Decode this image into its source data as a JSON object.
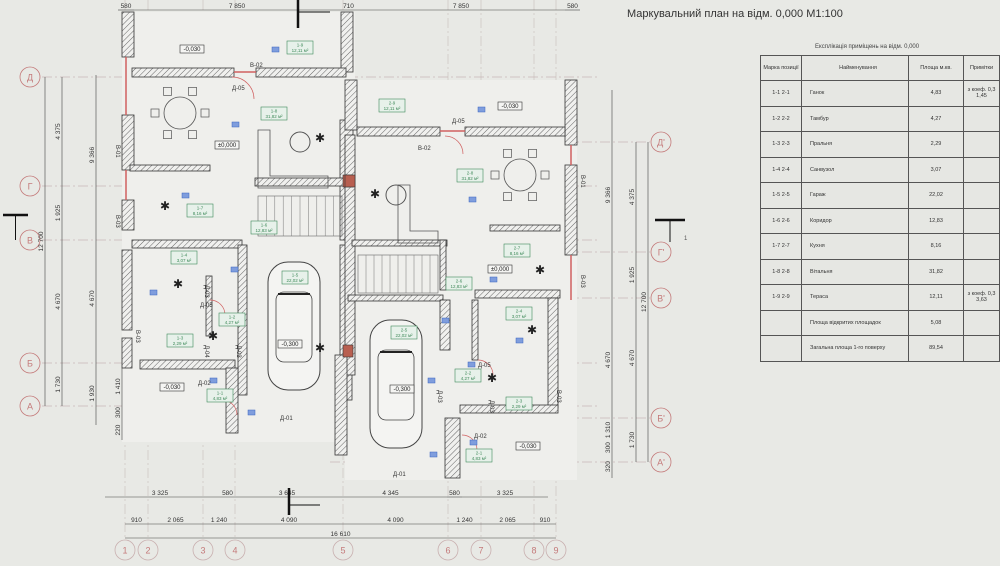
{
  "title": "Маркувальний план на відм. 0,000 М1:100",
  "table": {
    "caption": "Експлікація приміщень на відм. 0,000",
    "headers": [
      "Марка позиції",
      "Найменування",
      "Площа м.кв.",
      "Примітки"
    ],
    "rows": [
      {
        "mark": "1-1 2-1",
        "name": "Ганок",
        "area": "4,83",
        "note": "з коеф. 0,3 1,45"
      },
      {
        "mark": "1-2 2-2",
        "name": "Тамбур",
        "area": "4,27",
        "note": ""
      },
      {
        "mark": "1-3 2-3",
        "name": "Пральня",
        "area": "2,29",
        "note": ""
      },
      {
        "mark": "1-4 2-4",
        "name": "Санвузол",
        "area": "3,07",
        "note": ""
      },
      {
        "mark": "1-5 2-5",
        "name": "Гараж",
        "area": "22,02",
        "note": ""
      },
      {
        "mark": "1-6 2-6",
        "name": "Коридор",
        "area": "12,83",
        "note": ""
      },
      {
        "mark": "1-7 2-7",
        "name": "Кухня",
        "area": "8,16",
        "note": ""
      },
      {
        "mark": "1-8 2-8",
        "name": "Вітальня",
        "area": "31,82",
        "note": ""
      },
      {
        "mark": "1-9 2-9",
        "name": "Тераса",
        "area": "12,11",
        "note": "з коеф. 0,3 3,63"
      },
      {
        "mark": "",
        "name": "Площа відкритих площадок",
        "area": "5,08",
        "note": ""
      },
      {
        "mark": "",
        "name": "Загальна площа 1-го поверху",
        "area": "89,54",
        "note": ""
      }
    ]
  },
  "plan": {
    "axes_left": [
      "Д",
      "Г",
      "В",
      "Б",
      "А"
    ],
    "axes_right": [
      "Д'",
      "Г'",
      "В'",
      "Б'",
      "А'"
    ],
    "axes_numbers": [
      "1",
      "2",
      "3",
      "4",
      "5",
      "6",
      "7",
      "8",
      "9"
    ],
    "dims_top": [
      "580",
      "7 850",
      "710",
      "7 850",
      "580"
    ],
    "dims_bottom_1": [
      "3 325",
      "580",
      "3 645",
      "4 345",
      "580",
      "3 325"
    ],
    "dims_bottom_2": [
      "910",
      "2 065",
      "1 240",
      "4 090",
      "4 090",
      "1 240",
      "2 065",
      "910"
    ],
    "dims_bottom_total": "16 610",
    "dims_left_outer": "12 700",
    "dims_left_mid": [
      "4 375",
      "1 925",
      "4 670",
      "1 730"
    ],
    "dims_left_inner": [
      "9 366",
      "4 670",
      "1 930",
      "1 410",
      "300",
      "220"
    ],
    "dims_right_inner": [
      "9 366",
      "4 670",
      "1 310",
      "300",
      "320"
    ],
    "dims_right_mid": [
      "4 375",
      "1 925",
      "4 670",
      "1 730"
    ],
    "dims_right_outer": "12 700",
    "room_tags": [
      {
        "mark": "1-9",
        "area": "12,11 м²"
      },
      {
        "mark": "1-8",
        "area": "31,82 м²"
      },
      {
        "mark": "1-7",
        "area": "8,16 м²"
      },
      {
        "mark": "1-6",
        "area": "12,83 м²"
      },
      {
        "mark": "1-4",
        "area": "3,07 м²"
      },
      {
        "mark": "1-5",
        "area": "22,02 м²"
      },
      {
        "mark": "1-2",
        "area": "4,27 м²"
      },
      {
        "mark": "1-3",
        "area": "2,29 м²"
      },
      {
        "mark": "1-1",
        "area": "4,83 м²"
      },
      {
        "mark": "2-9",
        "area": "12,11 м²"
      },
      {
        "mark": "2-8",
        "area": "31,82 м²"
      },
      {
        "mark": "2-7",
        "area": "8,16 м²"
      },
      {
        "mark": "2-6",
        "area": "12,83 м²"
      },
      {
        "mark": "2-4",
        "area": "3,07 м²"
      },
      {
        "mark": "2-5",
        "area": "22,02 м²"
      },
      {
        "mark": "2-2",
        "area": "4,27 м²"
      },
      {
        "mark": "2-3",
        "area": "2,29 м²"
      },
      {
        "mark": "2-1",
        "area": "4,83 м²"
      }
    ],
    "levels": [
      "-0,030",
      "±0,000",
      "-0,300",
      "-0,030",
      "-0,030",
      "±0,000",
      "-0,300",
      "-0,030"
    ],
    "openings": [
      "В-02",
      "Д-05",
      "В-01",
      "В-03",
      "Д-03",
      "Д-05",
      "Д-04",
      "Д-03",
      "В-03",
      "Д-02",
      "Д-01",
      "В-02",
      "Д-05",
      "В-01",
      "В-03",
      "Д-03",
      "Д-05",
      "Д-03",
      "В-03",
      "Д-02",
      "Д-01"
    ],
    "section_mark": "1",
    "colors": {
      "wall": "#555555",
      "axis": "#c47a7a",
      "tag": "#3f8a5a",
      "marker": "#3a66c0",
      "door": "#d06060"
    }
  }
}
